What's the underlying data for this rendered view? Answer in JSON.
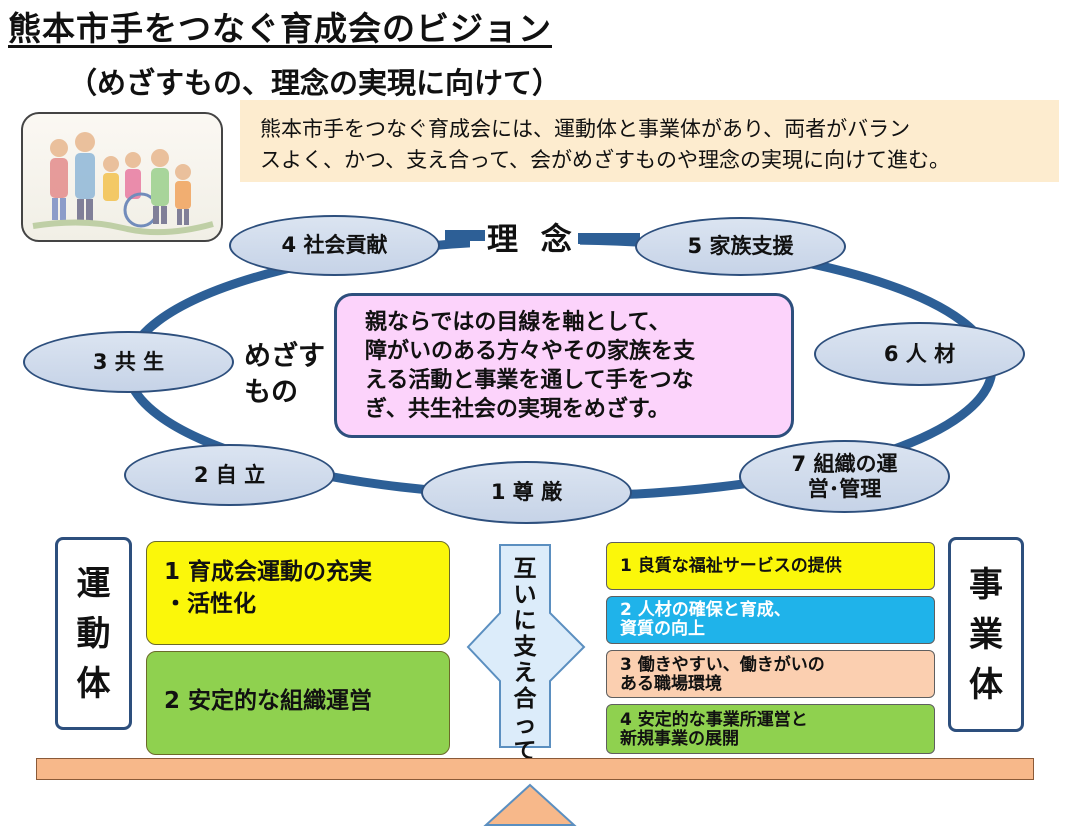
{
  "title": "熊本市手をつなぐ育成会のビジョン",
  "subtitle": "（めざすもの、理念の実現に向けて）",
  "intro": "熊本市手をつなぐ育成会には、運動体と事業体があり、両者がバラン\nスよく、かつ、支え合って、会がめざすものや理念の実現に向けて進む。",
  "photo_icon": "family-illustration",
  "rinen_label": "理 念",
  "mezasu_label": "めざす\nもの",
  "center_statement": "親ならではの目線を軸として、\n障がいのある方々やその家族を支\nえる活動と事業を通して手をつな\nぎ、共生社会の実現をめざす。",
  "principles": [
    "1 尊 厳",
    "2 自 立",
    "3 共 生",
    "4 社会貢献",
    "5 家族支援",
    "6 人 材",
    "7 組織の運\n営･管理"
  ],
  "movement": {
    "label": "運\n動\n体",
    "items": [
      "1 育成会運動の充実\n ・活性化",
      "2 安定的な組織運営"
    ],
    "colors": [
      "#fbf70a",
      "#8fd14f"
    ]
  },
  "mutual_support": "互いに支え合って",
  "business": {
    "label": "事\n業\n体",
    "items": [
      "1 良質な福祉サービスの提供",
      "2 人材の確保と育成、\n   資質の向上",
      "3 働きやすい、働きがいの\n   ある職場環境",
      "4 安定的な事業所運営と\n   新規事業の展開"
    ],
    "colors": [
      "#fbf70a",
      "#1fb3ea",
      "#fbcfb0",
      "#8fd14f"
    ]
  },
  "colors": {
    "ring": "#2d5f96",
    "oval_fill": "#d3ddeb",
    "center_fill": "#fcd3fb",
    "intro_fill": "#fdeccf",
    "arrow_fill": "#dcecfa",
    "plank": "#f7b88a"
  }
}
